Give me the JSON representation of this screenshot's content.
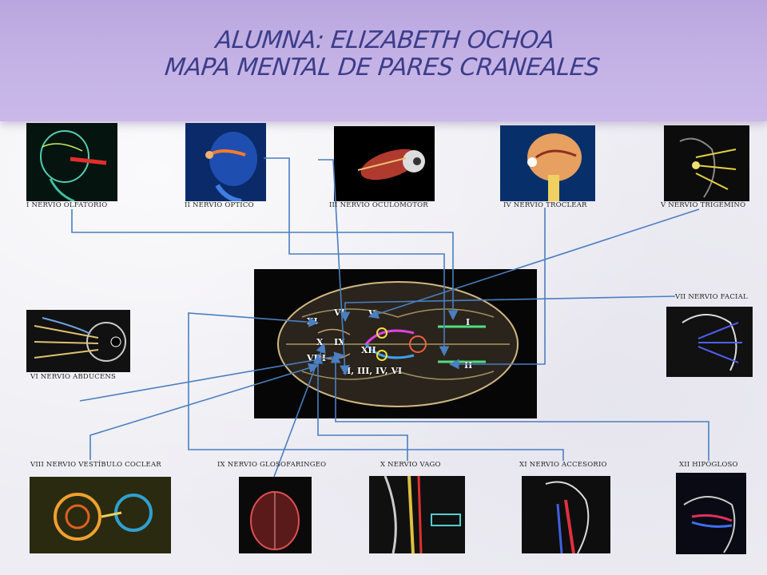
{
  "title": {
    "line1": "ALUMNA: ELIZABETH OCHOA",
    "line2": "MAPA MENTAL DE PARES CRANEALES"
  },
  "nerves": {
    "n1": "I NERVIO OLFATORIO",
    "n2": "II  NERVIO OPTICO",
    "n3": "III NERVIO OCULOMOTOR",
    "n4": "IV NERVIO TROCLEAR",
    "n5": "V NERVIO TRIGEMINO",
    "n6": "VI NERVIO ABDUCENS",
    "n7": "VII NERVIO FACIAL",
    "n8": "VIII NERVIO VESTÍBULO COCLEAR",
    "n9": "IX NERVIO GLOSOFARINGEO",
    "n10": "X NERVIO VAGO",
    "n11": "XI NERVIO ACCESORIO",
    "n12": "XII HIPOGLOSO"
  },
  "brain_labels": {
    "vi": "VI",
    "v": "V",
    "xi": "XI",
    "i": "I",
    "x": "X",
    "ix": "IX",
    "xii": "XII",
    "viii": "VIII",
    "ii": "II",
    "group": "II, III, IV, VI"
  },
  "colors": {
    "header": "#c5b3e6",
    "title": "#3b3d8a",
    "connector": "#4a7fc1"
  }
}
